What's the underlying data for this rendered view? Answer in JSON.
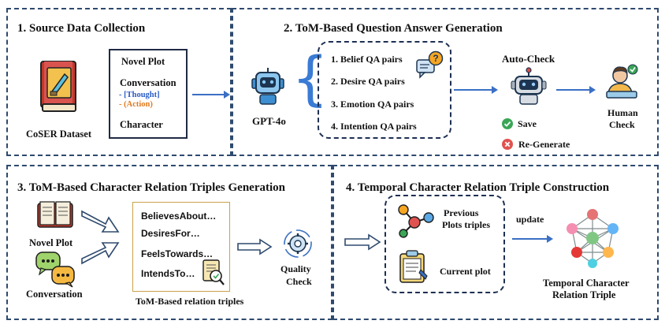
{
  "section1": {
    "title": "1. Source Data Collection",
    "dataset_label": "CoSER Dataset",
    "box": {
      "novel_plot": "Novel Plot",
      "conversation": "Conversation",
      "thought": "- [Thought]",
      "action": "- (Action)",
      "character": "Character"
    }
  },
  "section2": {
    "title": "2. ToM-Based Question Answer Generation",
    "model_label": "GPT-4o",
    "qa_pairs": [
      "1.  Belief QA pairs",
      "2.  Desire QA pairs",
      "3.  Emotion QA pairs",
      "4.  Intention QA pairs"
    ],
    "auto_check": "Auto-Check",
    "save": "Save",
    "regenerate": "Re-Generate",
    "human_check_line1": "Human",
    "human_check_line2": "Check"
  },
  "section3": {
    "title": "3. ToM-Based Character Relation Triples Generation",
    "novel_plot": "Novel Plot",
    "conversation": "Conversation",
    "relations": [
      "BelievesAbout…",
      "DesiresFor…",
      "FeelsTowards…",
      "IntendsTo…"
    ],
    "relation_caption": "ToM-Based relation triples",
    "quality_line1": "Quality",
    "quality_line2": "Check"
  },
  "section4": {
    "title": "4. Temporal Character Relation Triple Construction",
    "previous_line1": "Previous",
    "previous_line2": "Plots triples",
    "current_plot": "Current plot",
    "update": "update",
    "result_line1": "Temporal Character",
    "result_line2": "Relation Triple"
  },
  "colors": {
    "panel_border": "#2f4a6e",
    "arrow_blue": "#3a6fc4",
    "thought_blue": "#2b5cc4",
    "action_orange": "#e07a1f",
    "triples_border": "#c9a24a",
    "save_green": "#3aa655",
    "regen_red": "#e0524f"
  }
}
